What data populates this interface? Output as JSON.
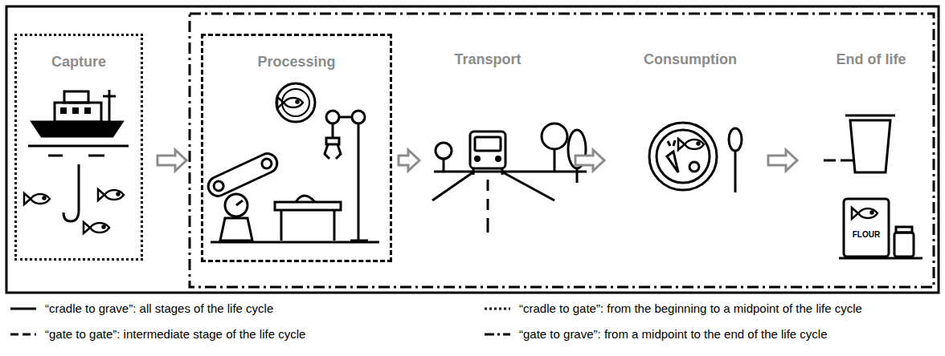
{
  "diagram": {
    "nodes": [
      {
        "text": [
          "Capture"
        ]
      },
      {
        "text": [
          "Processing"
        ]
      },
      {
        "text": [
          "Transport"
        ]
      },
      {
        "text": [
          "Consumption"
        ]
      },
      {
        "text": [
          "End of life"
        ]
      }
    ],
    "edges": [
      {
        "from": 0,
        "to": 1,
        "arrow": "to"
      },
      {
        "from": 1,
        "to": 2,
        "arrow": "to"
      },
      {
        "from": 2,
        "to": 3,
        "arrow": "to"
      },
      {
        "from": 3,
        "to": 4,
        "arrow": "to"
      }
    ],
    "labels": [
      "FLOUR"
    ],
    "legend": [
      {
        "text": "“cradle to grave”: all stages of the life cycle"
      },
      {
        "text": "“cradle to gate”: from the beginning to a midpoint of the life cycle"
      },
      {
        "text": "“gate to gate”: intermediate stage of the life cycle"
      },
      {
        "text": "“gate to grave”: from a midpoint to the end of the life cycle"
      }
    ]
  }
}
